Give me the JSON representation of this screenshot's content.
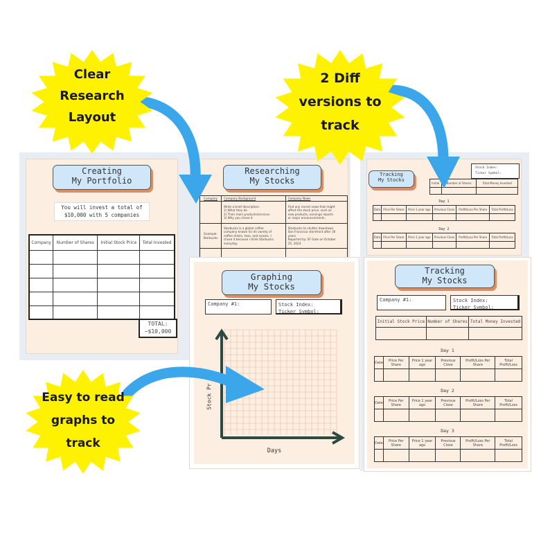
{
  "callouts": {
    "clear": [
      "Clear",
      "Research",
      "Layout"
    ],
    "versions": [
      "2 Diff",
      "versions to",
      "track"
    ],
    "graphs": [
      "Easy to read",
      "graphs to",
      "track"
    ]
  },
  "portfolio": {
    "title": [
      "Creating",
      "My Portfolio"
    ],
    "note": [
      "You will invest a total of",
      "$10,000 with 5 companies"
    ],
    "headers": [
      "Company",
      "Number of Shares",
      "Initial Stock Price",
      "Total Invested"
    ],
    "total": [
      "TOTAL:",
      "~$10,000"
    ]
  },
  "research": {
    "title": [
      "Researching",
      "My Stocks"
    ],
    "headers": [
      "Company",
      "Company Background",
      "Company News"
    ],
    "instructions_bg": [
      "Write a brief description:",
      "1) What they do",
      "2) Their main products/services",
      "3) Why you chose it"
    ],
    "instructions_news": [
      "Find any recent news that might",
      "affect the stock price, such as",
      "new products, earnings reports",
      "or major announcements."
    ],
    "example_label": [
      "Example:",
      "Starbucks"
    ],
    "example_bg": [
      "Starbucks is a global coffee",
      "company known for its variety of",
      "coffee drinks, teas, and snacks. I",
      "chose it because I drink Starbucks",
      "everyday."
    ],
    "example_news": [
      "Starbucks to shutter downtown",
      "San Francisco storefront after 30",
      "years",
      "Reported by: SF Gate on October",
      "25, 2024"
    ]
  },
  "graphing": {
    "title": [
      "Graphing",
      "My Stocks"
    ],
    "company_label": "Company #1:",
    "index_label": "Stock Index:",
    "ticker_label": "Ticker Symbol:",
    "y_axis": "Stock Pr",
    "x_axis": "Days"
  },
  "tracking_small": {
    "title": [
      "Tracking",
      "My Stocks"
    ],
    "index_label": "Stock Index:",
    "ticker_label": "Ticker Symbol:",
    "summary_headers": [
      "Initial",
      "Number of Shares",
      "Total Money Invested"
    ],
    "day1": "Day 1",
    "day2": "Day 2",
    "day_headers": [
      "Date",
      "Price Per Share",
      "Price 1 year ago",
      "Previous Close",
      "Profit/Loss Per Share",
      "Total Profit/Loss"
    ]
  },
  "tracking_large": {
    "title": [
      "Tracking",
      "My Stocks"
    ],
    "company_label": "Company #1:",
    "index_label": "Stock Index:",
    "ticker_label": "Ticker Symbol:",
    "summary_headers": [
      "Initial Stock Price",
      "Number of Shares",
      "Total Money Invested"
    ],
    "day1": "Day 1",
    "day2": "Day 2",
    "day3": "Day 3",
    "day_headers": [
      "Date",
      "Price Per Share",
      "Price 1 year ago",
      "Previous Close",
      "Profit/Loss Per Share",
      "Total Profit/Loss"
    ]
  },
  "colors": {
    "page": "#fcefe2",
    "title_fill": "#cfe7f8",
    "title_shadow": "#d98f63",
    "burst": "#fff200",
    "arrow": "#3ba7ea"
  }
}
